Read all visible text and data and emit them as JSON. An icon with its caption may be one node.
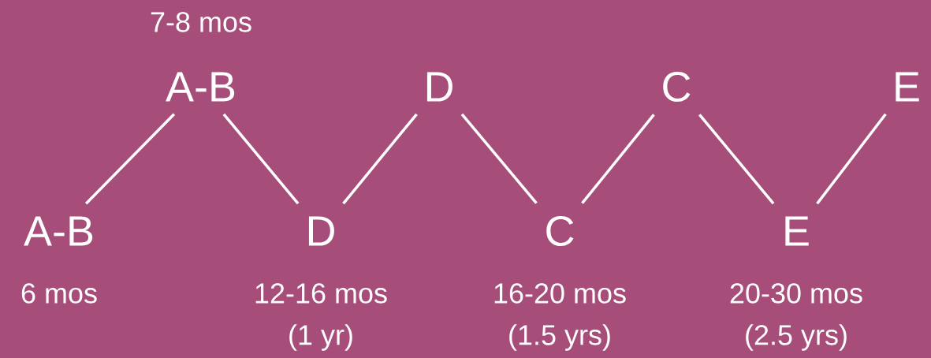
{
  "diagram": {
    "nodes": [
      {
        "text": [
          "A-B"
        ],
        "beside": [
          "7-8 mos"
        ]
      },
      {
        "text": [
          "D"
        ]
      },
      {
        "text": [
          "C"
        ]
      },
      {
        "text": [
          "E"
        ]
      },
      {
        "text": [
          "A-B"
        ],
        "beside": [
          "6 mos"
        ]
      },
      {
        "text": [
          "D"
        ],
        "beside": [
          "12-16 mos",
          "(1 yr)"
        ]
      },
      {
        "text": [
          "C"
        ],
        "beside": [
          "16-20 mos",
          "(1.5 yrs)"
        ]
      },
      {
        "text": [
          "E"
        ],
        "beside": [
          "20-30 mos",
          "(2.5 yrs)"
        ]
      }
    ],
    "edges": [
      {
        "from": 4,
        "to": 0,
        "arrow": "none"
      },
      {
        "from": 0,
        "to": 5,
        "arrow": "none"
      },
      {
        "from": 5,
        "to": 1,
        "arrow": "none"
      },
      {
        "from": 1,
        "to": 6,
        "arrow": "none"
      },
      {
        "from": 6,
        "to": 2,
        "arrow": "none"
      },
      {
        "from": 2,
        "to": 7,
        "arrow": "none"
      },
      {
        "from": 7,
        "to": 3,
        "arrow": "none"
      }
    ]
  }
}
